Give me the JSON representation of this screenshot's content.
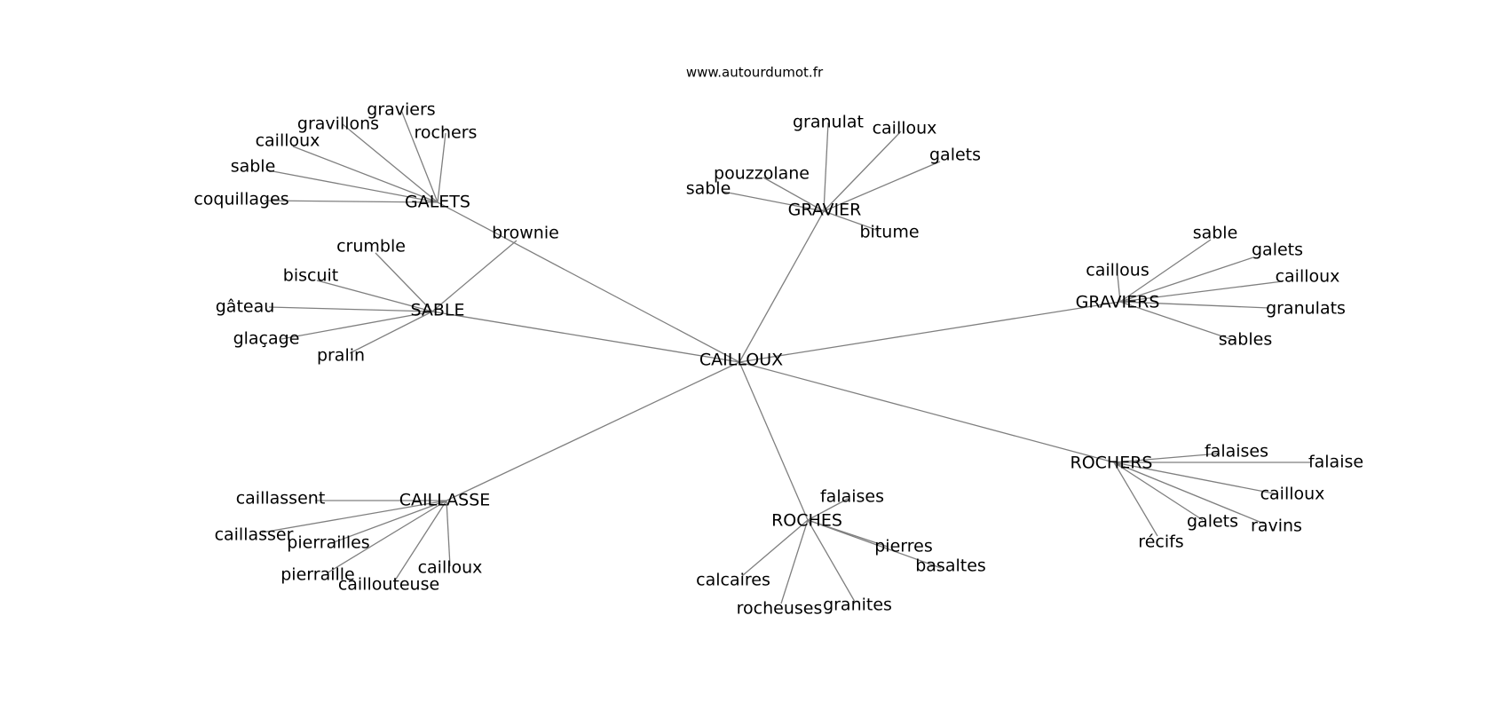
{
  "watermark": "www.autourdumot.fr",
  "graph": {
    "center": "CAILLOUX",
    "hubs": [
      {
        "label": "GALETS",
        "leaves": [
          "graviers",
          "gravillons",
          "rochers",
          "cailloux",
          "sable",
          "coquillages"
        ]
      },
      {
        "label": "SABLE",
        "leaves": [
          "brownie",
          "crumble",
          "biscuit",
          "gâteau",
          "glaçage",
          "pralin"
        ]
      },
      {
        "label": "GRAVIER",
        "leaves": [
          "granulat",
          "cailloux",
          "galets",
          "pouzzolane",
          "sable",
          "bitume"
        ]
      },
      {
        "label": "GRAVIERS",
        "leaves": [
          "sable",
          "galets",
          "caillous",
          "cailloux",
          "granulats",
          "sables"
        ]
      },
      {
        "label": "CAILLASSE",
        "leaves": [
          "caillassent",
          "caillasser",
          "pierrailles",
          "pierraille",
          "caillouteuse",
          "cailloux"
        ]
      },
      {
        "label": "ROCHES",
        "leaves": [
          "falaises",
          "pierres",
          "basaltes",
          "calcaires",
          "rocheuses",
          "granites"
        ]
      },
      {
        "label": "ROCHERS",
        "leaves": [
          "falaises",
          "falaise",
          "cailloux",
          "ravins",
          "galets",
          "récifs"
        ]
      }
    ]
  },
  "colors": {
    "edge": "#7f7f7f",
    "text": "#000000",
    "background": "#ffffff"
  }
}
